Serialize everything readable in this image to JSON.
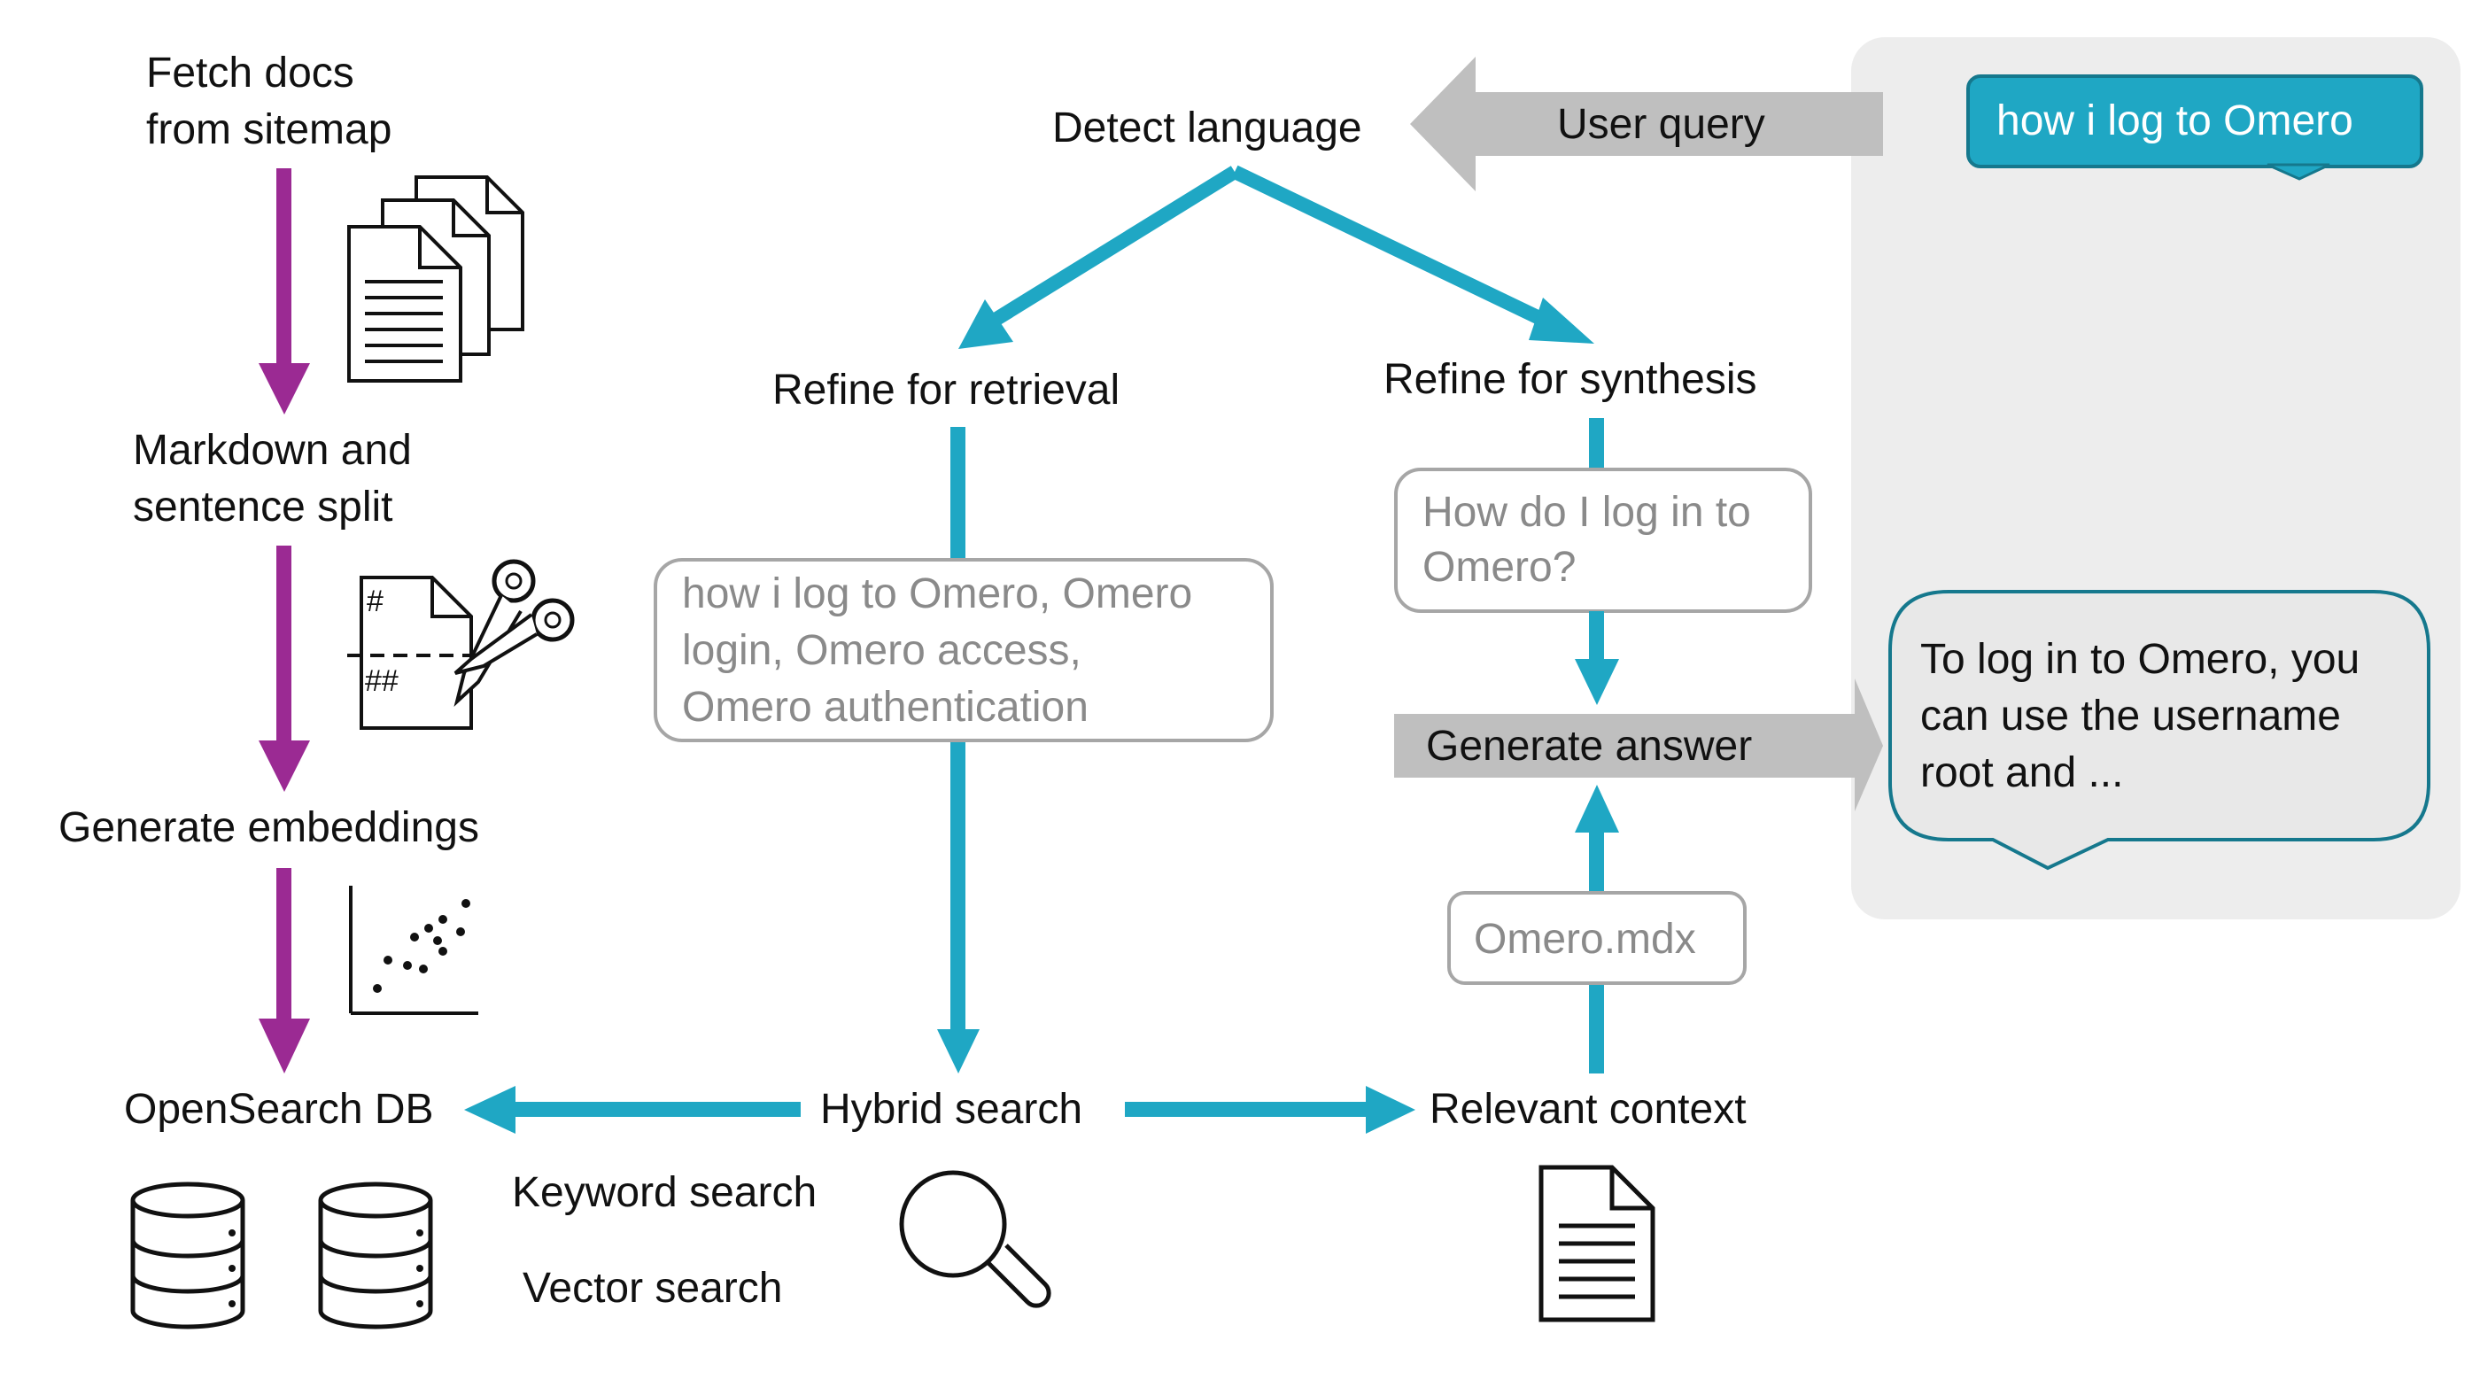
{
  "colors": {
    "purple": "#9B2A93",
    "teal": "#1FA7C4",
    "gray_arrow": "#BFBFBF",
    "panel": "#EDEDED",
    "box_border": "#A6A6A6",
    "bubble_query_fill": "#1FA7C4",
    "bubble_answer_fill": "#E8E8E8"
  },
  "ingest": {
    "fetch_line1": "Fetch docs",
    "fetch_line2": "from sitemap",
    "markdown_line1": "Markdown and",
    "markdown_line2": "sentence split",
    "embeddings": "Generate embeddings",
    "db": "OpenSearch DB",
    "split_marks": {
      "h1": "#",
      "h2": "##"
    }
  },
  "query": {
    "user_query": "User query",
    "detect_language": "Detect language",
    "refine_retrieval": "Refine for retrieval",
    "refine_synthesis": "Refine for synthesis",
    "retrieval_box": {
      "line1": "how i log to Omero, Omero",
      "line2": "login, Omero access,",
      "line3": "Omero authentication"
    },
    "synthesis_box": {
      "line1": "How do I log in to",
      "line2": "Omero?"
    },
    "generate_answer": "Generate answer",
    "context_file": "Omero.mdx",
    "hybrid_search": "Hybrid search",
    "relevant_context": "Relevant context",
    "keyword_search": "Keyword search",
    "vector_search": "Vector search"
  },
  "chat": {
    "query_bubble": "how i log to Omero",
    "answer_line1": "To log in to Omero, you",
    "answer_line2": "can use the username",
    "answer_line3": "root and ..."
  },
  "icons": [
    "documents-icon",
    "scissors-icon",
    "scatter-plot-icon",
    "database-icon",
    "magnifier-icon",
    "document-icon"
  ]
}
